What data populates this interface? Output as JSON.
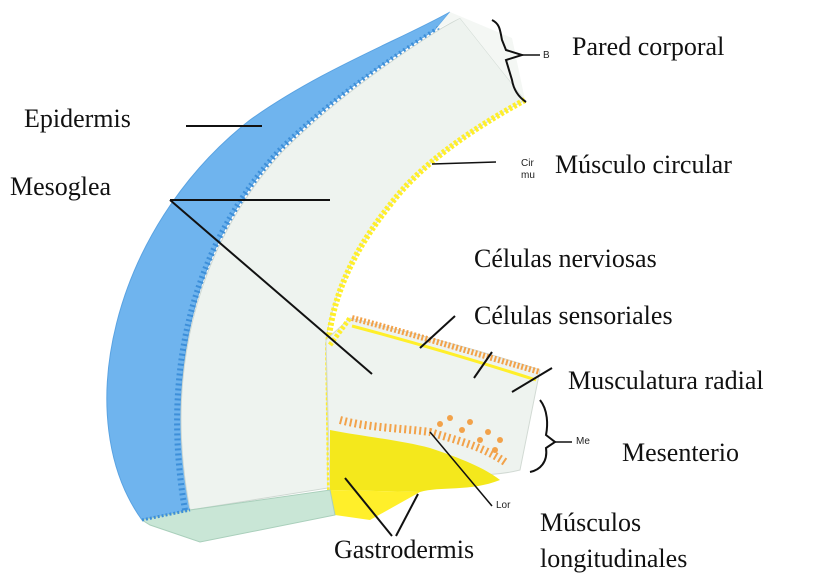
{
  "labels": {
    "pared_corporal": "Pared corporal",
    "epidermis": "Epidermis",
    "musculo_circular": "Músculo circular",
    "mesoglea": "Mesoglea",
    "celulas_nerviosas": "Células nerviosas",
    "celulas_sensoriales": "Células sensoriales",
    "musculatura_radial": "Musculatura radial",
    "mesenterio": "Mesenterio",
    "musculos_longitudinales_1": "Músculos",
    "musculos_longitudinales_2": "longitudinales",
    "gastrodermis": "Gastrodermis"
  },
  "residual_labels": {
    "b": "B",
    "cir": "Cir",
    "mu": "mu",
    "me": "Me",
    "lor": "Lor"
  },
  "colors": {
    "epidermis": "#6fb4ee",
    "epidermis_dots": "#3d8fd9",
    "mesoglea": "#eef3ef",
    "muscle": "#ffef2a",
    "muscle_dots": "#e7d21a",
    "nerve": "#f2a24a",
    "gastrodermis": "#f4e81c",
    "base": "#c9e6d6",
    "line": "#111111"
  }
}
